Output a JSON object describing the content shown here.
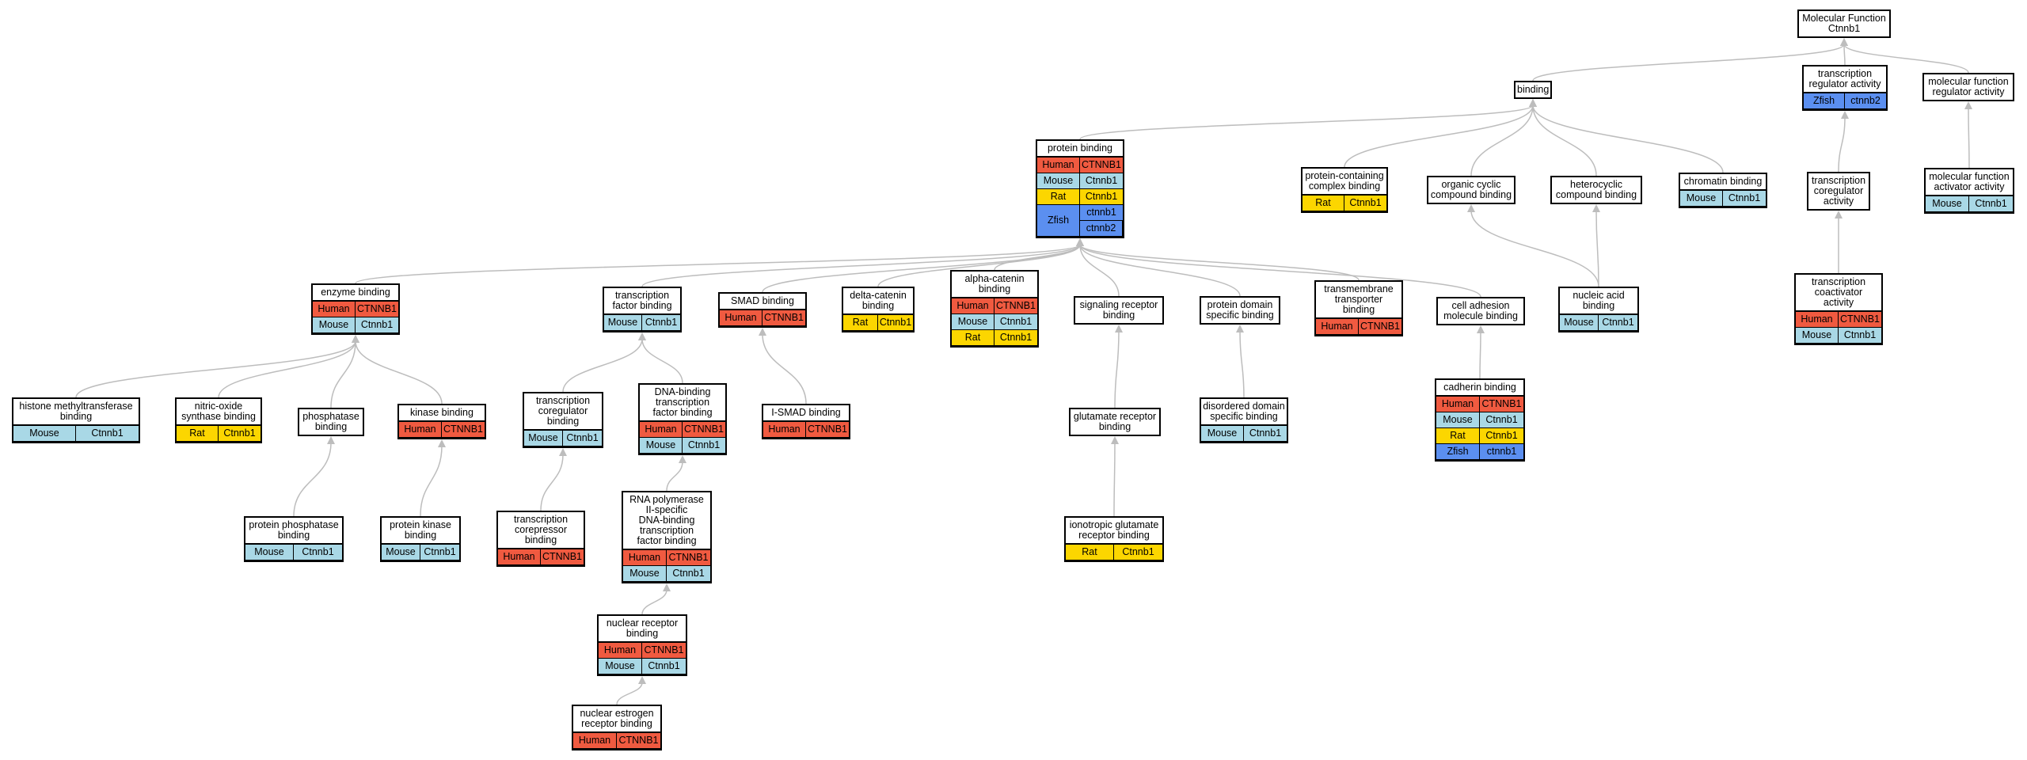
{
  "colors": {
    "Human": "#f05a40",
    "Mouse": "#a9d8e6",
    "Rat": "#fcd600",
    "Zfish": "#5b8ff0",
    "edge": "#bdbdbd"
  },
  "nodes": [
    {
      "id": "mf",
      "title": "Molecular Function\nCtnnb1",
      "rows": []
    },
    {
      "id": "binding",
      "title": "binding",
      "rows": []
    },
    {
      "id": "tra",
      "title": "transcription\nregulator activity",
      "rows": [
        {
          "sp": "Zfish",
          "gene": "ctnnb2"
        }
      ]
    },
    {
      "id": "mfra",
      "title": "molecular function\nregulator activity",
      "rows": []
    },
    {
      "id": "protein",
      "title": "protein binding",
      "rows": [
        {
          "sp": "Human",
          "gene": "CTNNB1"
        },
        {
          "sp": "Mouse",
          "gene": "Ctnnb1"
        },
        {
          "sp": "Rat",
          "gene": "Ctnnb1"
        },
        {
          "sp": "Zfish",
          "gene": "ctnnb1",
          "gene2": "ctnnb2"
        }
      ]
    },
    {
      "id": "pcc",
      "title": "protein-containing\ncomplex binding",
      "rows": [
        {
          "sp": "Rat",
          "gene": "Ctnnb1"
        }
      ]
    },
    {
      "id": "occ",
      "title": "organic cyclic\ncompound binding",
      "rows": []
    },
    {
      "id": "hcc",
      "title": "heterocyclic\ncompound binding",
      "rows": []
    },
    {
      "id": "chromatin",
      "title": "chromatin binding",
      "rows": [
        {
          "sp": "Mouse",
          "gene": "Ctnnb1"
        }
      ]
    },
    {
      "id": "tca",
      "title": "transcription\ncoregulator\nactivity",
      "rows": []
    },
    {
      "id": "mfaa",
      "title": "molecular function\nactivator activity",
      "rows": [
        {
          "sp": "Mouse",
          "gene": "Ctnnb1"
        }
      ]
    },
    {
      "id": "enzyme",
      "title": "enzyme binding",
      "rows": [
        {
          "sp": "Human",
          "gene": "CTNNB1"
        },
        {
          "sp": "Mouse",
          "gene": "Ctnnb1"
        }
      ]
    },
    {
      "id": "tfb",
      "title": "transcription\nfactor binding",
      "rows": [
        {
          "sp": "Mouse",
          "gene": "Ctnnb1"
        }
      ]
    },
    {
      "id": "smad",
      "title": "SMAD binding",
      "rows": [
        {
          "sp": "Human",
          "gene": "CTNNB1"
        }
      ]
    },
    {
      "id": "delta",
      "title": "delta-catenin\nbinding",
      "rows": [
        {
          "sp": "Rat",
          "gene": "Ctnnb1"
        }
      ]
    },
    {
      "id": "alpha",
      "title": "alpha-catenin\nbinding",
      "rows": [
        {
          "sp": "Human",
          "gene": "CTNNB1"
        },
        {
          "sp": "Mouse",
          "gene": "Ctnnb1"
        },
        {
          "sp": "Rat",
          "gene": "Ctnnb1"
        }
      ]
    },
    {
      "id": "srb",
      "title": "signaling receptor\nbinding",
      "rows": []
    },
    {
      "id": "pdsb",
      "title": "protein domain\nspecific binding",
      "rows": []
    },
    {
      "id": "ttb",
      "title": "transmembrane\ntransporter\nbinding",
      "rows": [
        {
          "sp": "Human",
          "gene": "CTNNB1"
        }
      ]
    },
    {
      "id": "camb",
      "title": "cell adhesion\nmolecule binding",
      "rows": []
    },
    {
      "id": "nab",
      "title": "nucleic acid\nbinding",
      "rows": [
        {
          "sp": "Mouse",
          "gene": "Ctnnb1"
        }
      ]
    },
    {
      "id": "tcoact",
      "title": "transcription\ncoactivator\nactivity",
      "rows": [
        {
          "sp": "Human",
          "gene": "CTNNB1"
        },
        {
          "sp": "Mouse",
          "gene": "Ctnnb1"
        }
      ]
    },
    {
      "id": "hmt",
      "title": "histone methyltransferase\nbinding",
      "rows": [
        {
          "sp": "Mouse",
          "gene": "Ctnnb1"
        }
      ]
    },
    {
      "id": "nos",
      "title": "nitric-oxide\nsynthase binding",
      "rows": [
        {
          "sp": "Rat",
          "gene": "Ctnnb1"
        }
      ]
    },
    {
      "id": "phosph",
      "title": "phosphatase\nbinding",
      "rows": []
    },
    {
      "id": "kinase",
      "title": "kinase binding",
      "rows": [
        {
          "sp": "Human",
          "gene": "CTNNB1"
        }
      ]
    },
    {
      "id": "tcb",
      "title": "transcription\ncoregulator\nbinding",
      "rows": [
        {
          "sp": "Mouse",
          "gene": "Ctnnb1"
        }
      ]
    },
    {
      "id": "dna",
      "title": "DNA-binding\ntranscription\nfactor binding",
      "rows": [
        {
          "sp": "Human",
          "gene": "CTNNB1"
        },
        {
          "sp": "Mouse",
          "gene": "Ctnnb1"
        }
      ]
    },
    {
      "id": "ismad",
      "title": "I-SMAD binding",
      "rows": [
        {
          "sp": "Human",
          "gene": "CTNNB1"
        }
      ]
    },
    {
      "id": "grb",
      "title": "glutamate receptor\nbinding",
      "rows": []
    },
    {
      "id": "dds",
      "title": "disordered domain\nspecific binding",
      "rows": [
        {
          "sp": "Mouse",
          "gene": "Ctnnb1"
        }
      ]
    },
    {
      "id": "cadherin",
      "title": "cadherin binding",
      "rows": [
        {
          "sp": "Human",
          "gene": "CTNNB1"
        },
        {
          "sp": "Mouse",
          "gene": "Ctnnb1"
        },
        {
          "sp": "Rat",
          "gene": "Ctnnb1"
        },
        {
          "sp": "Zfish",
          "gene": "ctnnb1"
        }
      ]
    },
    {
      "id": "ppb",
      "title": "protein phosphatase\nbinding",
      "rows": [
        {
          "sp": "Mouse",
          "gene": "Ctnnb1"
        }
      ]
    },
    {
      "id": "pkb",
      "title": "protein kinase\nbinding",
      "rows": [
        {
          "sp": "Mouse",
          "gene": "Ctnnb1"
        }
      ]
    },
    {
      "id": "tcorep",
      "title": "transcription\ncorepressor\nbinding",
      "rows": [
        {
          "sp": "Human",
          "gene": "CTNNB1"
        }
      ]
    },
    {
      "id": "rnap",
      "title": "RNA polymerase\nII-specific\nDNA-binding\ntranscription\nfactor binding",
      "rows": [
        {
          "sp": "Human",
          "gene": "CTNNB1"
        },
        {
          "sp": "Mouse",
          "gene": "Ctnnb1"
        }
      ]
    },
    {
      "id": "igrb",
      "title": "ionotropic glutamate\nreceptor binding",
      "rows": [
        {
          "sp": "Rat",
          "gene": "Ctnnb1"
        }
      ]
    },
    {
      "id": "nrb",
      "title": "nuclear receptor\nbinding",
      "rows": [
        {
          "sp": "Human",
          "gene": "CTNNB1"
        },
        {
          "sp": "Mouse",
          "gene": "Ctnnb1"
        }
      ]
    },
    {
      "id": "nerb",
      "title": "nuclear estrogen\nreceptor binding",
      "rows": [
        {
          "sp": "Human",
          "gene": "CTNNB1"
        }
      ]
    }
  ],
  "edges": [
    [
      "binding",
      "mf"
    ],
    [
      "tra",
      "mf"
    ],
    [
      "mfra",
      "mf"
    ],
    [
      "protein",
      "binding"
    ],
    [
      "pcc",
      "binding"
    ],
    [
      "occ",
      "binding"
    ],
    [
      "hcc",
      "binding"
    ],
    [
      "chromatin",
      "binding"
    ],
    [
      "tca",
      "tra"
    ],
    [
      "mfaa",
      "mfra"
    ],
    [
      "tcoact",
      "tca"
    ],
    [
      "enzyme",
      "protein"
    ],
    [
      "tfb",
      "protein"
    ],
    [
      "smad",
      "protein"
    ],
    [
      "delta",
      "protein"
    ],
    [
      "alpha",
      "protein"
    ],
    [
      "srb",
      "protein"
    ],
    [
      "pdsb",
      "protein"
    ],
    [
      "ttb",
      "protein"
    ],
    [
      "camb",
      "protein"
    ],
    [
      "nab",
      "occ"
    ],
    [
      "nab",
      "hcc"
    ],
    [
      "hmt",
      "enzyme"
    ],
    [
      "nos",
      "enzyme"
    ],
    [
      "phosph",
      "enzyme"
    ],
    [
      "kinase",
      "enzyme"
    ],
    [
      "tcb",
      "tfb"
    ],
    [
      "dna",
      "tfb"
    ],
    [
      "ismad",
      "smad"
    ],
    [
      "grb",
      "srb"
    ],
    [
      "dds",
      "pdsb"
    ],
    [
      "cadherin",
      "camb"
    ],
    [
      "ppb",
      "phosph"
    ],
    [
      "pkb",
      "kinase"
    ],
    [
      "tcorep",
      "tcb"
    ],
    [
      "rnap",
      "dna"
    ],
    [
      "igrb",
      "grb"
    ],
    [
      "nrb",
      "rnap"
    ],
    [
      "nerb",
      "nrb"
    ]
  ]
}
